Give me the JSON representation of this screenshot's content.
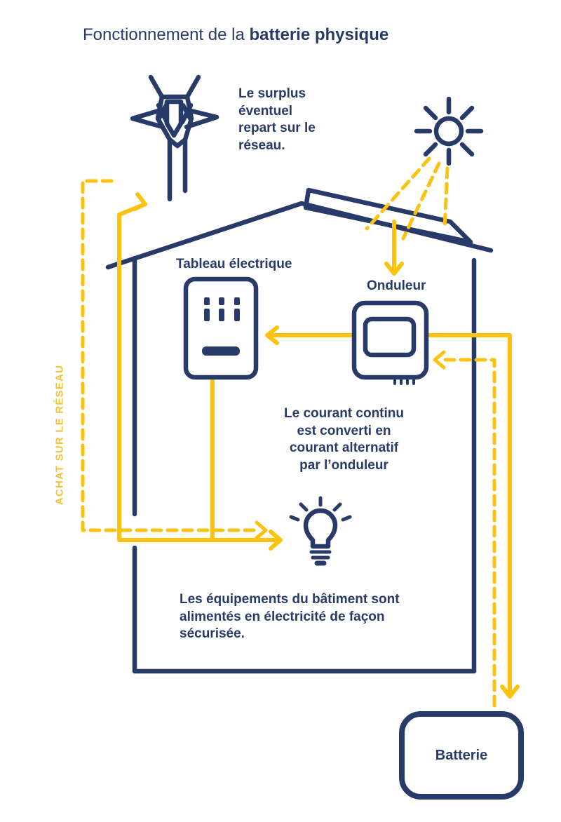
{
  "title": {
    "prefix": "Fonctionnement de la ",
    "bold": "batterie physique"
  },
  "labels": {
    "surplus": "Le surplus\néventuel\nrepart sur le\nréseau.",
    "tableau": "Tableau électrique",
    "onduleur": "Onduleur",
    "courant": "Le courant continu\nest converti en\ncourant alternatif\npar l’onduleur",
    "equipements": "Les équipements du bâtiment sont\nalimentés en électricité de façon\nsécurisée.",
    "achat_reseau": "ACHAT SUR LE RÉSEAU",
    "batterie": "Batterie"
  },
  "icons": {
    "pylon": "electricity-pylon-icon",
    "sun": "sun-icon",
    "solar_panel": "solar-panel-icon",
    "house": "house-outline-icon",
    "electrical_panel": "electrical-panel-icon",
    "inverter": "inverter-icon",
    "bulb": "light-bulb-icon",
    "battery": "battery-box-icon"
  },
  "colors": {
    "navy": "#283A68",
    "yellow": "#FBC30F",
    "yellow_text": "#F2C23B",
    "background": "#FFFFFF"
  }
}
